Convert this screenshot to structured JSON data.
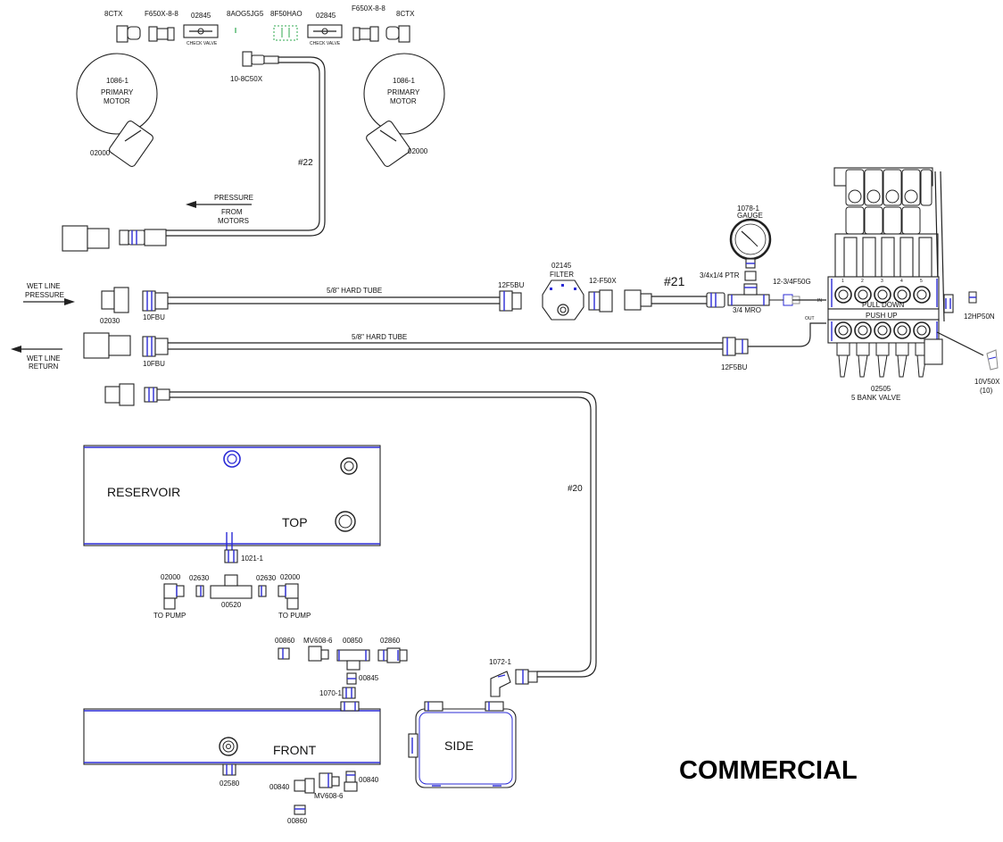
{
  "labels": {
    "ctx_left": "8CTX",
    "f650x_left": "F650X-8-8",
    "cv_left_num": "02845",
    "cv_left_text": "CHECK VALVE",
    "aog": "8AOG5JG5",
    "f50hao": "8F50HAO",
    "cv_right_num": "02845",
    "cv_right_text": "CHECK VALVE",
    "f650x_right": "F650X-8-8",
    "ctx_right": "8CTX",
    "c50x": "10-8C50X",
    "motor_left_num": "1086-1",
    "motor_left_l1": "PRIMARY",
    "motor_left_l2": "MOTOR",
    "motor_left_fit": "02000",
    "motor_right_num": "1086-1",
    "motor_right_l1": "PRIMARY",
    "motor_right_l2": "MOTOR",
    "motor_right_fit": "02000",
    "hose22": "#22",
    "pressure": "PRESSURE",
    "from": "FROM",
    "motors": "MOTORS",
    "wetline_pressure_1": "WET LINE",
    "wetline_pressure_2": "PRESSURE",
    "fit_02030": "02030",
    "fbu_top": "10FBU",
    "hardtube_top": "5/8\" HARD TUBE",
    "f5bu_top": "12F5BU",
    "filter_num": "02145",
    "filter_text": "FILTER",
    "f50x": "12-F50X",
    "hose21": "#21",
    "gauge_num": "1078-1",
    "gauge_text": "GAUGE",
    "ptr": "3/4x1/4 PTR",
    "mro": "3/4 MRO",
    "f50g": "12-3/4F50G",
    "in": "IN",
    "out": "OUT",
    "pull_down": "PULL DOWN",
    "push_up": "PUSH UP",
    "hp50n": "12HP50N",
    "wetline_return_1": "WET LINE",
    "wetline_return_2": "RETURN",
    "fbu_bottom": "10FBU",
    "hardtube_bottom": "5/8\" HARD TUBE",
    "f5bu_bottom": "12F5BU",
    "bank_num": "02505",
    "bank_text": "5 BANK VALVE",
    "v50x_1": "10V50X",
    "v50x_2": "(10)",
    "hose20": "#20",
    "reservoir": "RESERVOIR",
    "top": "TOP",
    "fit_1021": "1021-1",
    "fit_02000_a": "02000",
    "fit_02630_a": "02630",
    "fit_02630_b": "02630",
    "fit_02000_b": "02000",
    "to_pump_a": "TO PUMP",
    "fit_00520": "00520",
    "to_pump_b": "TO PUMP",
    "fit_00860_a": "00860",
    "mv608_a": "MV608-6",
    "fit_00850": "00850",
    "fit_02860": "02860",
    "fit_00845": "00845",
    "fit_1070": "1070-1",
    "fit_1072": "1072-1",
    "front": "FRONT",
    "side": "SIDE",
    "fit_02580": "02580",
    "fit_00840_a": "00840",
    "mv608_b": "MV608-6",
    "fit_00840_b": "00840",
    "fit_00860_b": "00860",
    "commercial": "COMMERCIAL"
  },
  "valve_sections": [
    "1",
    "2",
    "3",
    "4",
    "5"
  ],
  "colors": {
    "accent_blue": "#2b2bd6",
    "line": "#222222",
    "green_marks": "#2fa84f"
  }
}
